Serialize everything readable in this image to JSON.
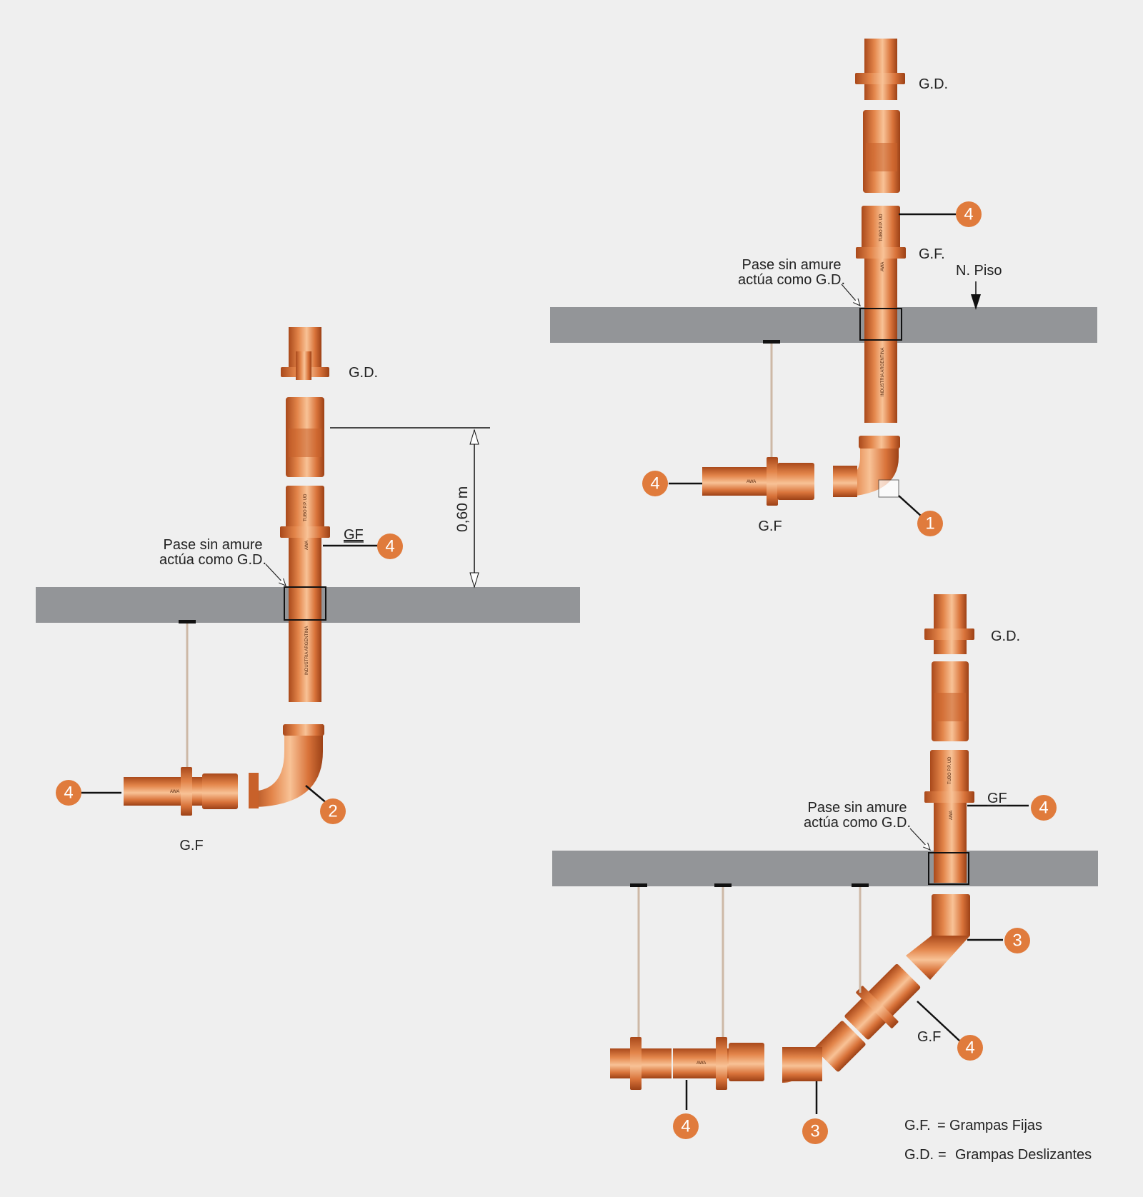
{
  "labels": {
    "gd": "G.D.",
    "gf_dot": "G.F.",
    "gf_plain": "G.F",
    "gf_underlined": "GF",
    "pase_line1": "Pase sin amure",
    "pase_line2": "actúa como G.D.",
    "n_piso": "N. Piso",
    "dimension": "0,60 m"
  },
  "badges": {
    "one": "1",
    "two": "2",
    "three": "3",
    "four": "4"
  },
  "pipe_marks": {
    "tubo": "TUBO P.P. UD",
    "industria": "INDUSTRIA ARGENTINA",
    "brand": "AWA"
  },
  "legend": [
    {
      "abbr": "G.F.",
      "eq": "=",
      "meaning": "Grampas Fijas"
    },
    {
      "abbr": "G.D.",
      "eq": "=",
      "meaning": "Grampas Deslizantes"
    }
  ],
  "colors": {
    "pipe": "#d9733a",
    "pipe_light": "#f3b07c",
    "pipe_dark": "#a9491b",
    "slab": "#939598",
    "badge": "#e07b3c",
    "hanger": "#cdb8a6",
    "ink": "#111111"
  }
}
